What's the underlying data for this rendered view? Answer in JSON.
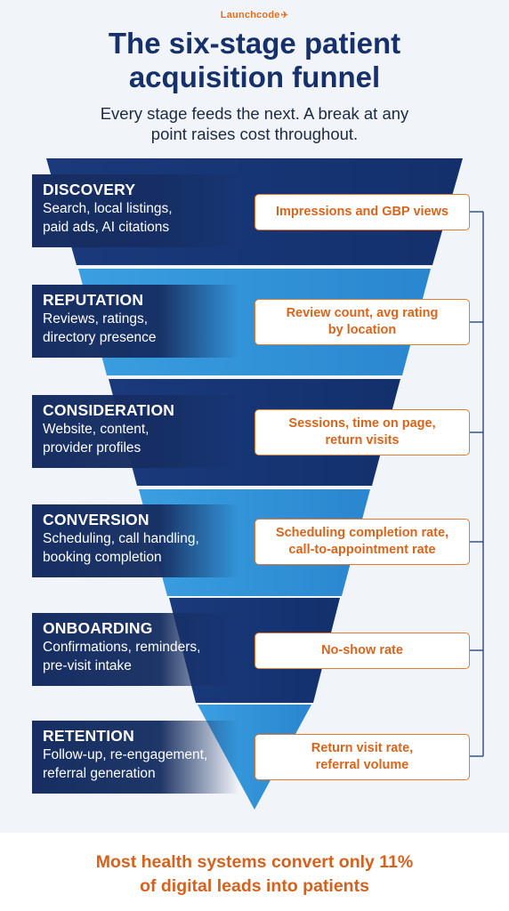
{
  "brand": {
    "name": "Launchcode",
    "mark": "✈"
  },
  "header": {
    "title_line1": "The six-stage patient",
    "title_line2": "acquisition funnel",
    "subtitle_line1": "Every stage feeds the next. A break at any",
    "subtitle_line2": "point raises cost throughout."
  },
  "colors": {
    "navy": "#15306a",
    "blue": "#2e8fd6",
    "orange": "#e07b2f"
  },
  "stages": [
    {
      "name": "DISCOVERY",
      "desc1": "Search, local listings,",
      "desc2": "paid ads, AI citations",
      "metric1": "Impressions and GBP views",
      "metric2": ""
    },
    {
      "name": "REPUTATION",
      "desc1": "Reviews, ratings,",
      "desc2": "directory presence",
      "metric1": "Review count, avg rating",
      "metric2": "by location"
    },
    {
      "name": "CONSIDERATION",
      "desc1": "Website, content,",
      "desc2": "provider profiles",
      "metric1": "Sessions, time on page,",
      "metric2": "return visits"
    },
    {
      "name": "CONVERSION",
      "desc1": "Scheduling, call handling,",
      "desc2": "booking completion",
      "metric1": "Scheduling completion rate,",
      "metric2": "call-to-appointment rate"
    },
    {
      "name": "ONBOARDING",
      "desc1": "Confirmations, reminders,",
      "desc2": "pre-visit intake",
      "metric1": "No-show rate",
      "metric2": ""
    },
    {
      "name": "RETENTION",
      "desc1": "Follow-up, re-engagement,",
      "desc2": "referral generation",
      "metric1": "Return visit rate,",
      "metric2": "referral volume"
    }
  ],
  "footer": {
    "line1": "Most health systems convert only 11%",
    "line2": "of digital leads into patients"
  }
}
